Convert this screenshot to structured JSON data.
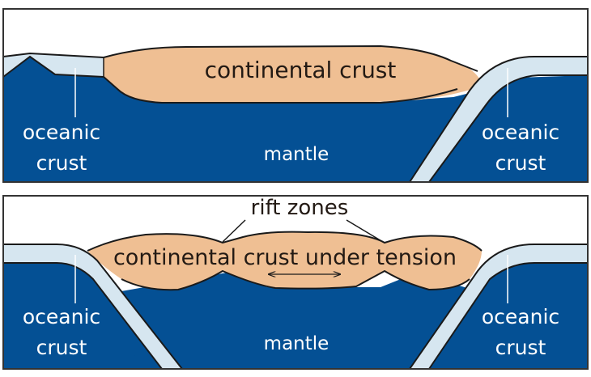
{
  "colors": {
    "mantle": "#045094",
    "oceanic_crust": "#d6e6f0",
    "continental_crust": "#efbf93",
    "outline": "#1a1a1a",
    "background": "#ffffff"
  },
  "panels": [
    {
      "id": "before",
      "labels": {
        "continental": "continental crust",
        "mantle": "mantle",
        "ocean_left_1": "oceanic",
        "ocean_left_2": "crust",
        "ocean_right_1": "oceanic",
        "ocean_right_2": "crust"
      }
    },
    {
      "id": "rifting",
      "labels": {
        "continental": "continental crust under tension",
        "rift": "rift zones",
        "mantle": "mantle",
        "ocean_left_1": "oceanic",
        "ocean_left_2": "crust",
        "ocean_right_1": "oceanic",
        "ocean_right_2": "crust"
      }
    }
  ]
}
